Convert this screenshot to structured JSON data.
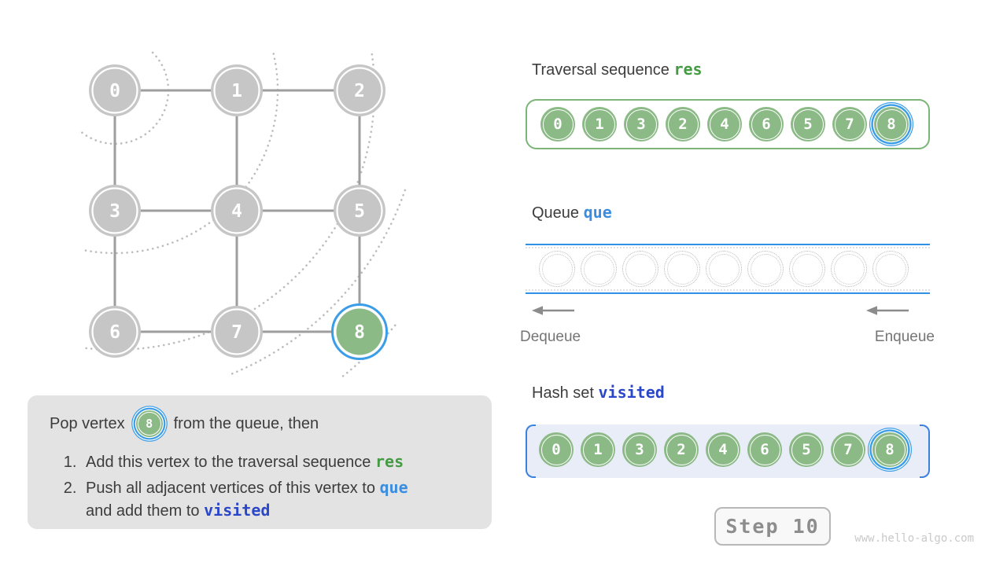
{
  "colors": {
    "green_circle": "#8cba87",
    "green_box_border": "#7cb577",
    "green_code": "#449b44",
    "blue_ring": "#3b9de8",
    "blue_code": "#3b8de0",
    "navy_code": "#2a46c9",
    "queue_line": "#2f90e6",
    "hash_bg": "#e9edf8",
    "hash_bracket": "#3b82e0",
    "vertex_gray": "#c6c6c6",
    "edge_gray": "#9e9e9e",
    "arc_dot_gray": "#bcbcbc",
    "note_bg": "#e3e3e3"
  },
  "graph": {
    "vertices": [
      {
        "label": "0"
      },
      {
        "label": "1"
      },
      {
        "label": "2"
      },
      {
        "label": "3"
      },
      {
        "label": "4"
      },
      {
        "label": "5"
      },
      {
        "label": "6"
      },
      {
        "label": "7"
      },
      {
        "label": "8",
        "current": true
      }
    ],
    "edges": [
      [
        0,
        1
      ],
      [
        1,
        2
      ],
      [
        3,
        4
      ],
      [
        4,
        5
      ],
      [
        6,
        7
      ],
      [
        7,
        8
      ],
      [
        0,
        3
      ],
      [
        3,
        6
      ],
      [
        1,
        4
      ],
      [
        4,
        7
      ],
      [
        2,
        5
      ],
      [
        5,
        8
      ]
    ]
  },
  "panels": {
    "traversal": {
      "title": "Traversal sequence",
      "code": "res",
      "items": [
        "0",
        "1",
        "3",
        "2",
        "4",
        "6",
        "5",
        "7",
        "8"
      ],
      "current_item": "8"
    },
    "queue": {
      "title": "Queue",
      "code": "que",
      "empty_slots": 9,
      "dequeue_label": "Dequeue",
      "enqueue_label": "Enqueue"
    },
    "hashset": {
      "title": "Hash set",
      "code": "visited",
      "items": [
        "0",
        "1",
        "3",
        "2",
        "4",
        "6",
        "5",
        "7",
        "8"
      ],
      "current_item": "8"
    }
  },
  "instruction": {
    "intro_before": "Pop vertex",
    "intro_vertex": "8",
    "intro_after": "from the queue, then",
    "steps": [
      {
        "lines": [
          [
            {
              "text": "Add this vertex to the traversal sequence "
            },
            {
              "text": "res",
              "style": "green"
            }
          ]
        ]
      },
      {
        "lines": [
          [
            {
              "text": "Push all adjacent vertices of this vertex to "
            },
            {
              "text": "que",
              "style": "blue"
            }
          ],
          [
            {
              "text": "and add them to "
            },
            {
              "text": "visited",
              "style": "navy"
            }
          ]
        ]
      }
    ]
  },
  "footer": {
    "step_label": "Step 10",
    "watermark": "www.hello-algo.com"
  }
}
